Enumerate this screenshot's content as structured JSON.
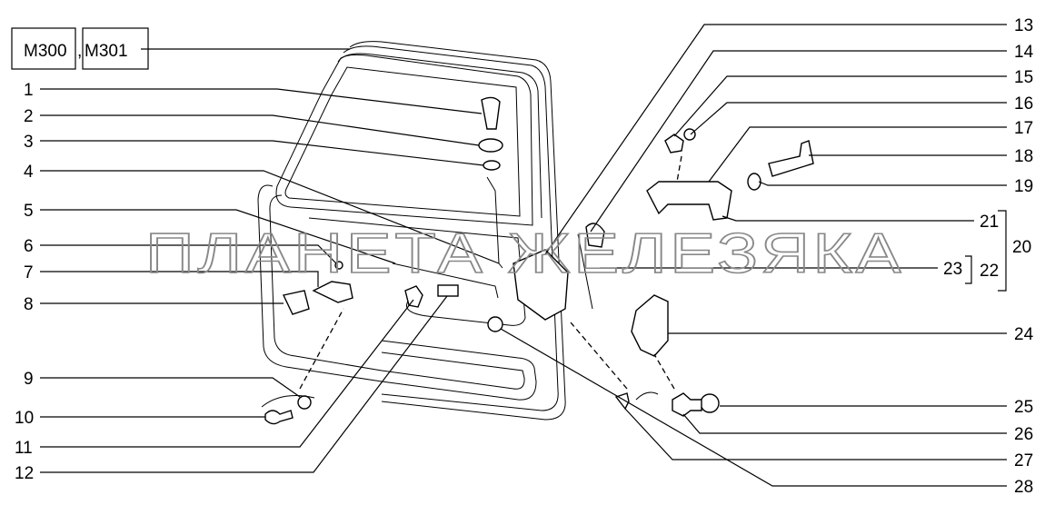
{
  "models": [
    "M300",
    "M301"
  ],
  "models_separator": ",",
  "watermark": "ПЛАНЕТА ЖЕЛЕЗЯКА",
  "callouts_left": [
    "1",
    "2",
    "3",
    "4",
    "5",
    "6",
    "7",
    "8",
    "9",
    "10",
    "11",
    "12"
  ],
  "callouts_right": [
    "13",
    "14",
    "15",
    "16",
    "17",
    "18",
    "19",
    "21",
    "20",
    "23",
    "22",
    "24",
    "25",
    "26",
    "27",
    "28"
  ]
}
